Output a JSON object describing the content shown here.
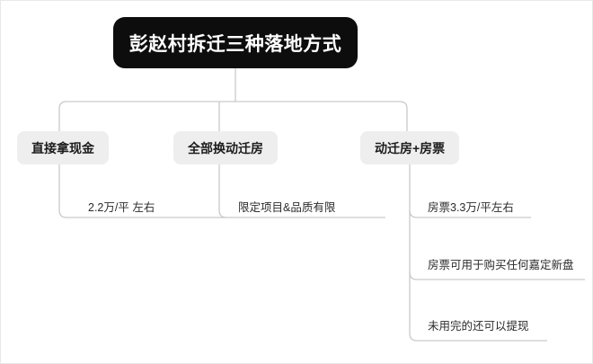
{
  "diagram": {
    "type": "tree-diagram",
    "root": {
      "label": "彭赵村拆迁三种落地方式",
      "background": "#0d0d0d",
      "text_color": "#ffffff"
    },
    "branch_background": "#eeeeee",
    "connector_color": "#c9c9c9",
    "branches": [
      {
        "label": "直接拿现金",
        "leaves": [
          {
            "label": "2.2万/平 左右"
          }
        ]
      },
      {
        "label": "全部换动迁房",
        "leaves": [
          {
            "label": "限定项目&品质有限"
          }
        ]
      },
      {
        "label": "动迁房+房票",
        "leaves": [
          {
            "label": "房票3.3万/平左右"
          },
          {
            "label": "房票可用于购买任何嘉定新盘"
          },
          {
            "label": "未用完的还可以提现"
          }
        ]
      }
    ]
  }
}
